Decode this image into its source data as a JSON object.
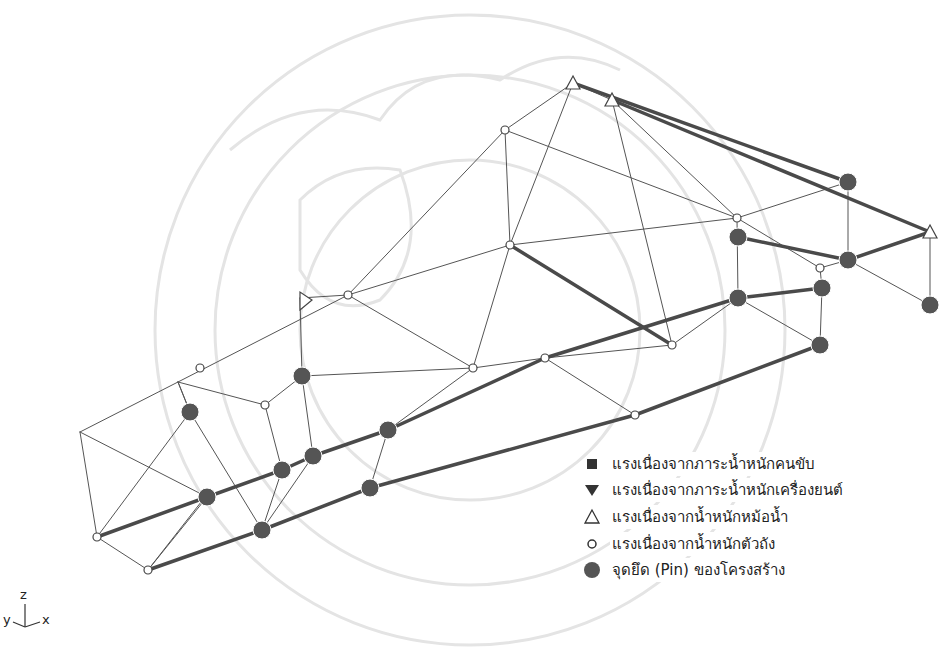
{
  "diagram": {
    "labels": [
      "y",
      "z",
      "x"
    ],
    "legend": [
      {
        "text": "แรงเนื่องจากภาระน้ำหนักคนขับ"
      },
      {
        "text": "แรงเนื่องจากภาระน้ำหนักเครื่องยนต์"
      },
      {
        "text": "แรงเนื่องจากน้ำหนักหม้อน้ำ"
      },
      {
        "text": "แรงเนื่องจากน้ำหนักตัวถัง"
      },
      {
        "text": "จุดยึด (Pin) ของโครงสร้าง"
      }
    ]
  }
}
